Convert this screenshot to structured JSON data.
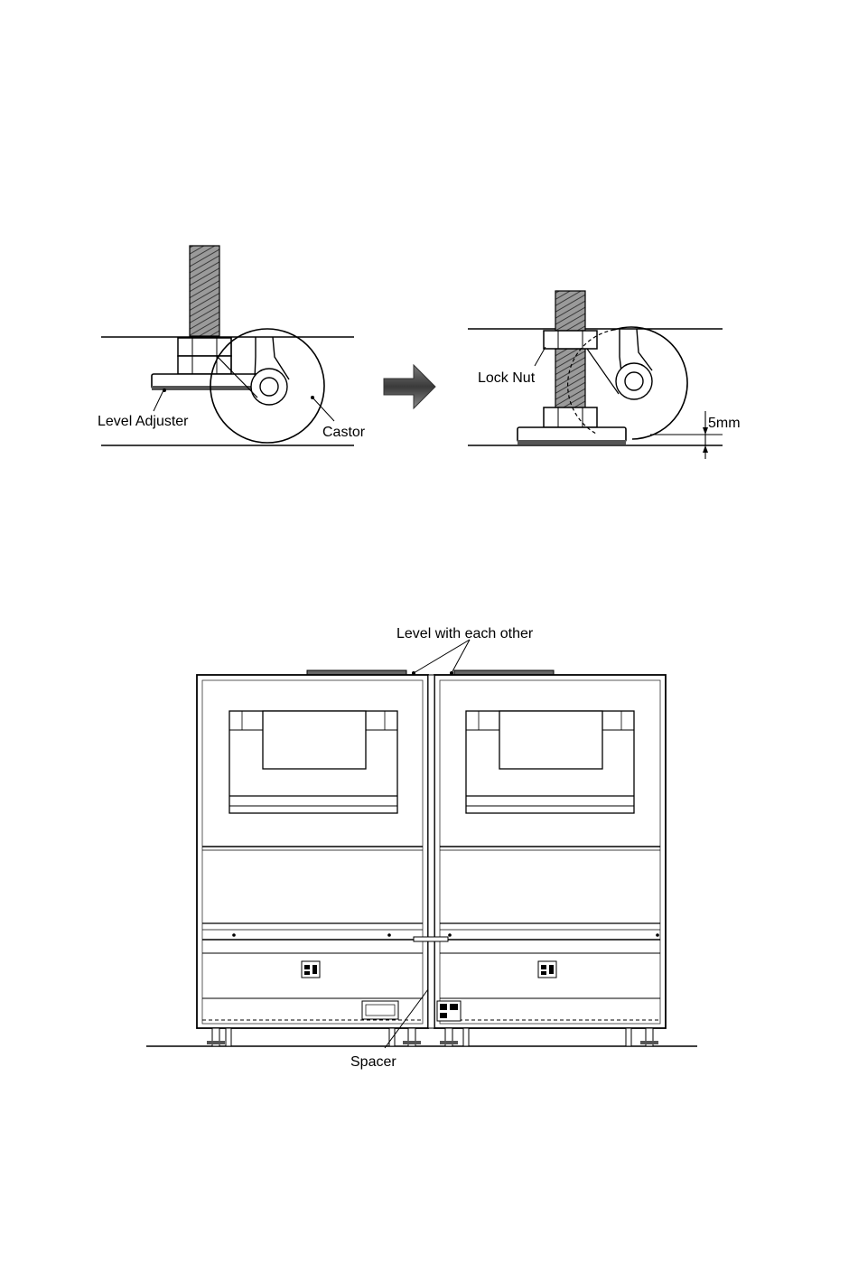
{
  "figure_top": {
    "labels": {
      "level_adjuster": "Level Adjuster",
      "castor": "Castor",
      "lock_nut": "Lock Nut",
      "gap": "5mm"
    }
  },
  "figure_bottom": {
    "labels": {
      "level": "Level with each other",
      "spacer": "Spacer"
    }
  }
}
